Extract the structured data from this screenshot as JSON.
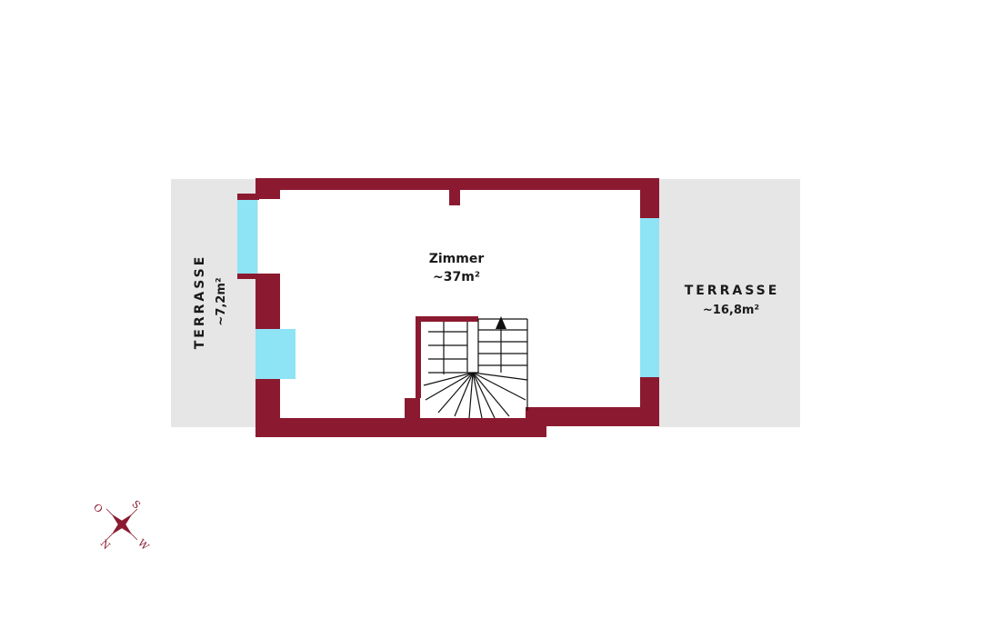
{
  "colors": {
    "wall": "#8b1a30",
    "window": "#8ee3f5",
    "terrace": "#e6e6e6",
    "floor": "#ffffff",
    "text": "#1a1a1a"
  },
  "room": {
    "name": "Zimmer",
    "area": "~37m²"
  },
  "terrace_left": {
    "label": "TERRASSE",
    "area": "~7,2m²"
  },
  "terrace_right": {
    "label": "TERRASSE",
    "area": "~16,8m²"
  },
  "compass": {
    "icon": "compass-rose-icon",
    "letters": {
      "a": "S",
      "b": "W",
      "c": "N",
      "d": "O"
    }
  }
}
